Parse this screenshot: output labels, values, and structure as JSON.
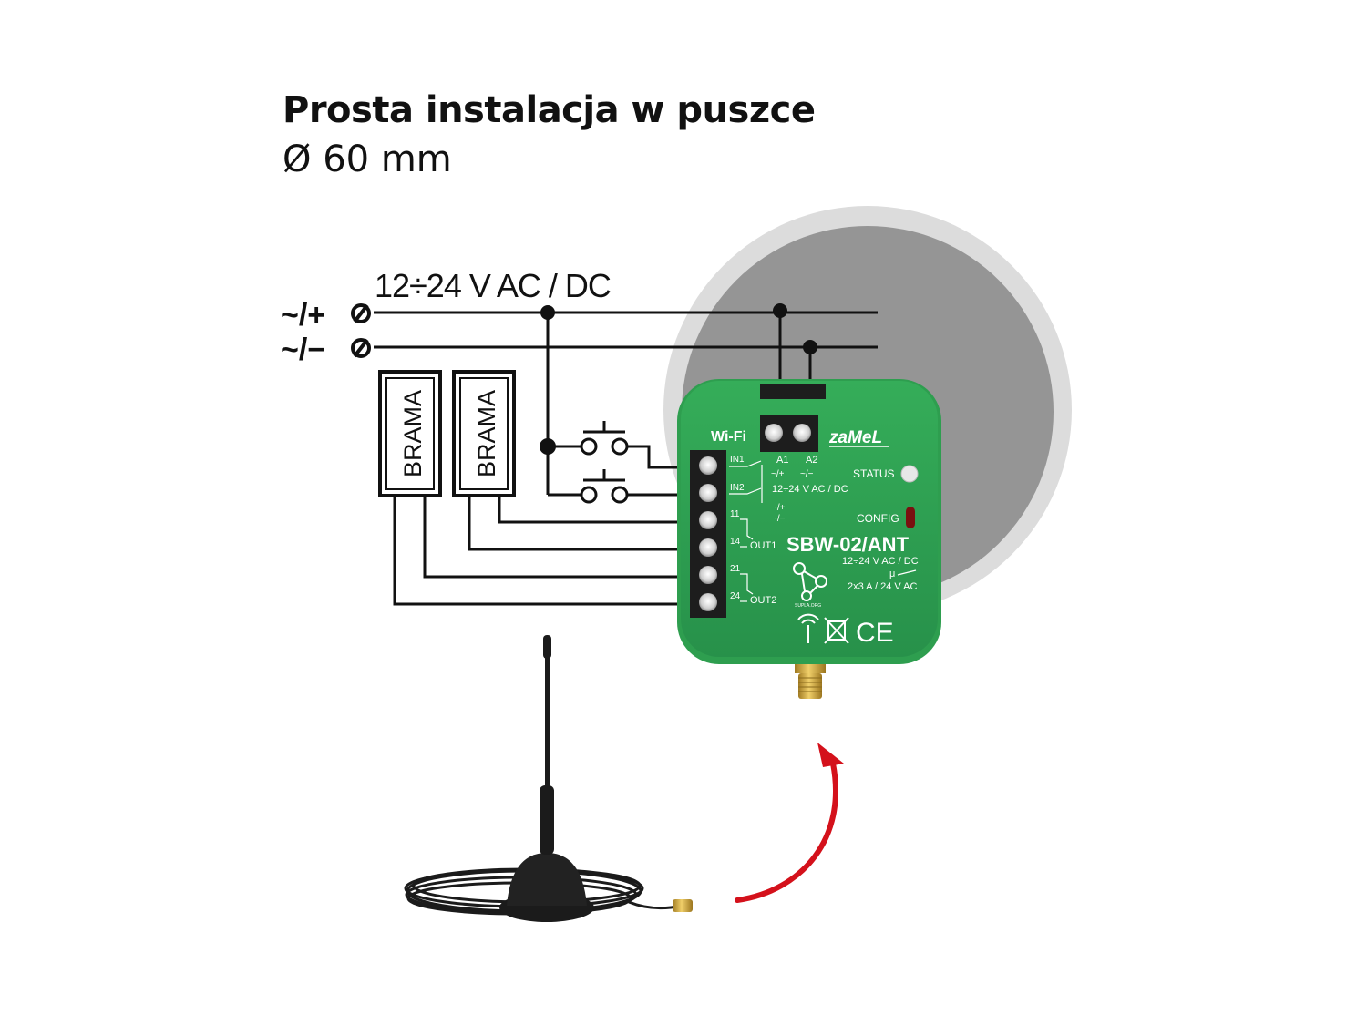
{
  "heading": {
    "title": "Prosta instalacja w puszce",
    "subtitle": "Ø 60 mm"
  },
  "supply": {
    "voltage_label": "12÷24 V AC / DC",
    "plus_label": "~/+",
    "minus_label": "~/−",
    "terminal_symbol": "Ø"
  },
  "gates": [
    {
      "label": "BRAMA"
    },
    {
      "label": "BRAMA"
    }
  ],
  "device": {
    "model": "SBW-02/ANT",
    "brand": "zaMeL",
    "wifi_label": "Wi-Fi",
    "status_label": "STATUS",
    "config_label": "CONFIG",
    "a1_label": "A1",
    "a2_label": "A2",
    "a1_polarity": "~/+",
    "a2_polarity": "~/−",
    "in_voltage": "12÷24 V AC / DC",
    "in1_label": "IN1",
    "in2_label": "IN2",
    "in_polarity_top": "~/+",
    "in_polarity_bottom": "~/−",
    "terminals": [
      "11",
      "14",
      "21",
      "24"
    ],
    "out1_label": "OUT1",
    "out2_label": "OUT2",
    "rating_voltage": "12÷24 V AC / DC",
    "rating_contact": "μ",
    "rating_current": "2x3 A / 24 V AC",
    "supla_label": "SUPLA.ORG",
    "ce_mark": "CE",
    "colors": {
      "body": "#2e9e4f",
      "body_dark": "#23823f",
      "terminal_block": "#1d1d1d",
      "status_led": "#e8e8e8",
      "config_led": "#7a1010"
    }
  },
  "colors": {
    "wire": "#111111",
    "mount_box_outer": "#dcdcdc",
    "mount_box_inner": "#959595",
    "arrow": "#d4111b",
    "antenna": "#1b1b1b",
    "connector_gold": "#c9a23a"
  }
}
